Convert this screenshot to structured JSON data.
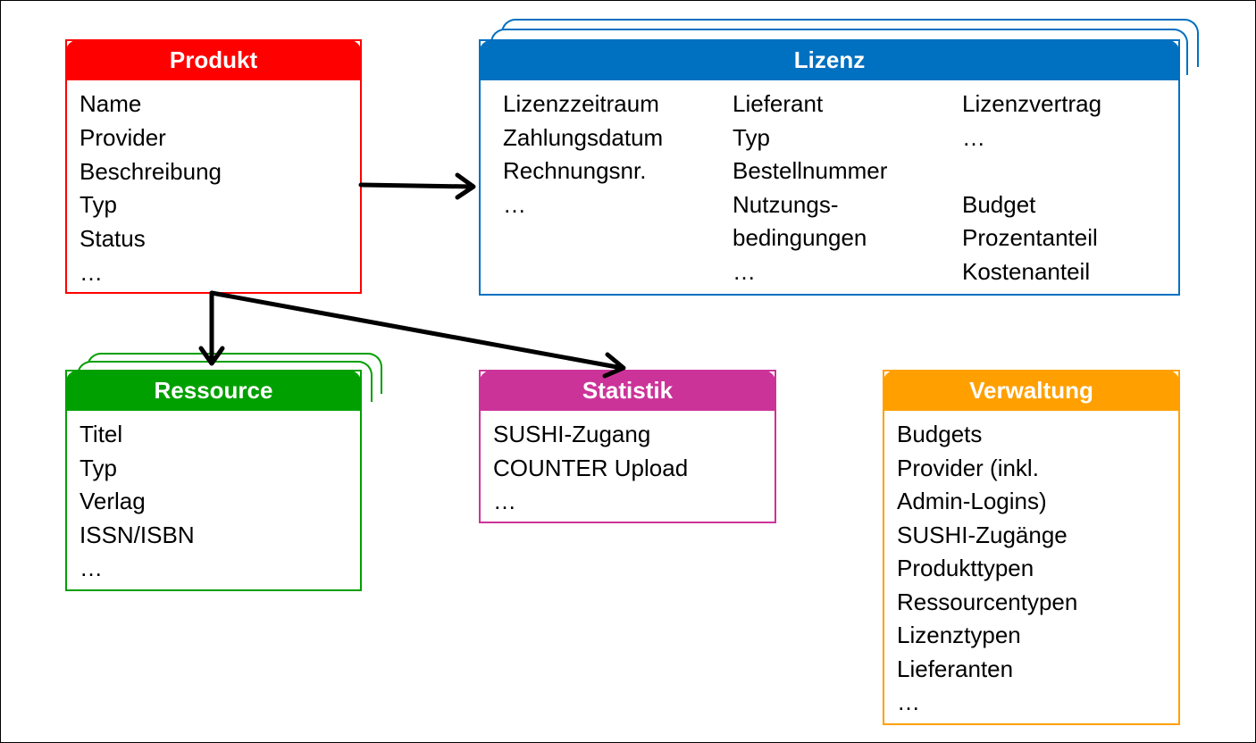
{
  "colors": {
    "produkt": "#ff0000",
    "lizenz": "#0070c0",
    "ressource": "#00a000",
    "statistik": "#cc3399",
    "verwaltung": "#ffa000",
    "arrow": "#000000"
  },
  "produkt": {
    "title": "Produkt",
    "items": [
      "Name",
      "Provider",
      "Beschreibung",
      "Typ",
      "Status",
      "…"
    ]
  },
  "lizenz": {
    "title": "Lizenz",
    "columns": [
      [
        "Lizenzzeitraum",
        "Zahlungsdatum",
        "Rechnungsnr.",
        "…"
      ],
      [
        "Lieferant",
        "Typ",
        "Bestellnummer",
        "Nutzungs-",
        "bedingungen",
        "…"
      ],
      [
        "Lizenzvertrag",
        "…",
        "",
        "Budget",
        "Prozentanteil",
        "Kostenanteil"
      ]
    ]
  },
  "ressource": {
    "title": "Ressource",
    "items": [
      "Titel",
      "Typ",
      "Verlag",
      "ISSN/ISBN",
      "…"
    ]
  },
  "statistik": {
    "title": "Statistik",
    "items": [
      "SUSHI-Zugang",
      "COUNTER Upload",
      "…"
    ]
  },
  "verwaltung": {
    "title": "Verwaltung",
    "items": [
      "Budgets",
      "Provider (inkl.",
      "Admin-Logins)",
      "SUSHI-Zugänge",
      "Produkttypen",
      "Ressourcentypen",
      "Lizenztypen",
      "Lieferanten",
      "…"
    ]
  }
}
